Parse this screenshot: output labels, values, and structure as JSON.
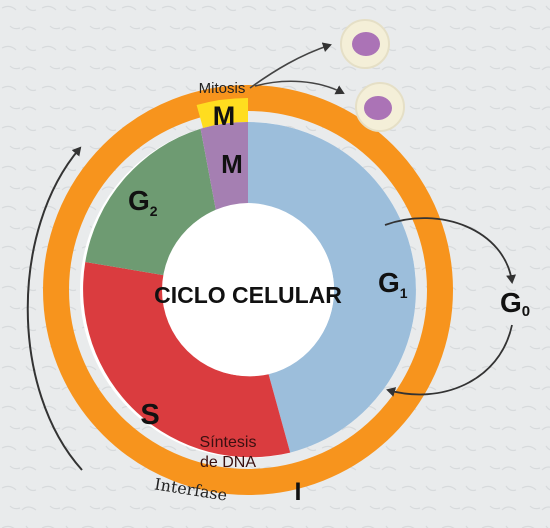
{
  "diagram": {
    "title": "CICLO CELULAR",
    "outer_ring": {
      "mitosis_label": "Mitosis",
      "m_label": "M",
      "interphase_label": "Interfase",
      "i_label": "I"
    },
    "phases": {
      "m": "M",
      "g1_main": "G",
      "g1_sub": "1",
      "s": "S",
      "s_caption_line1": "Síntesis",
      "s_caption_line2": "de DNA",
      "g2_main": "G",
      "g2_sub": "2"
    },
    "g0": {
      "main": "G",
      "sub": "0"
    }
  },
  "colors": {
    "outer_ring": "#f7941d",
    "mitosis_block": "#ffdd1f",
    "m_phase": "#a57fb2",
    "g1": "#9cbedb",
    "s": "#da3c3f",
    "g2": "#6e9b72",
    "cell_fill": "#f4efd8",
    "nucleus": "#ab73b6",
    "arrow": "#333333",
    "background": "#e9ebec"
  }
}
